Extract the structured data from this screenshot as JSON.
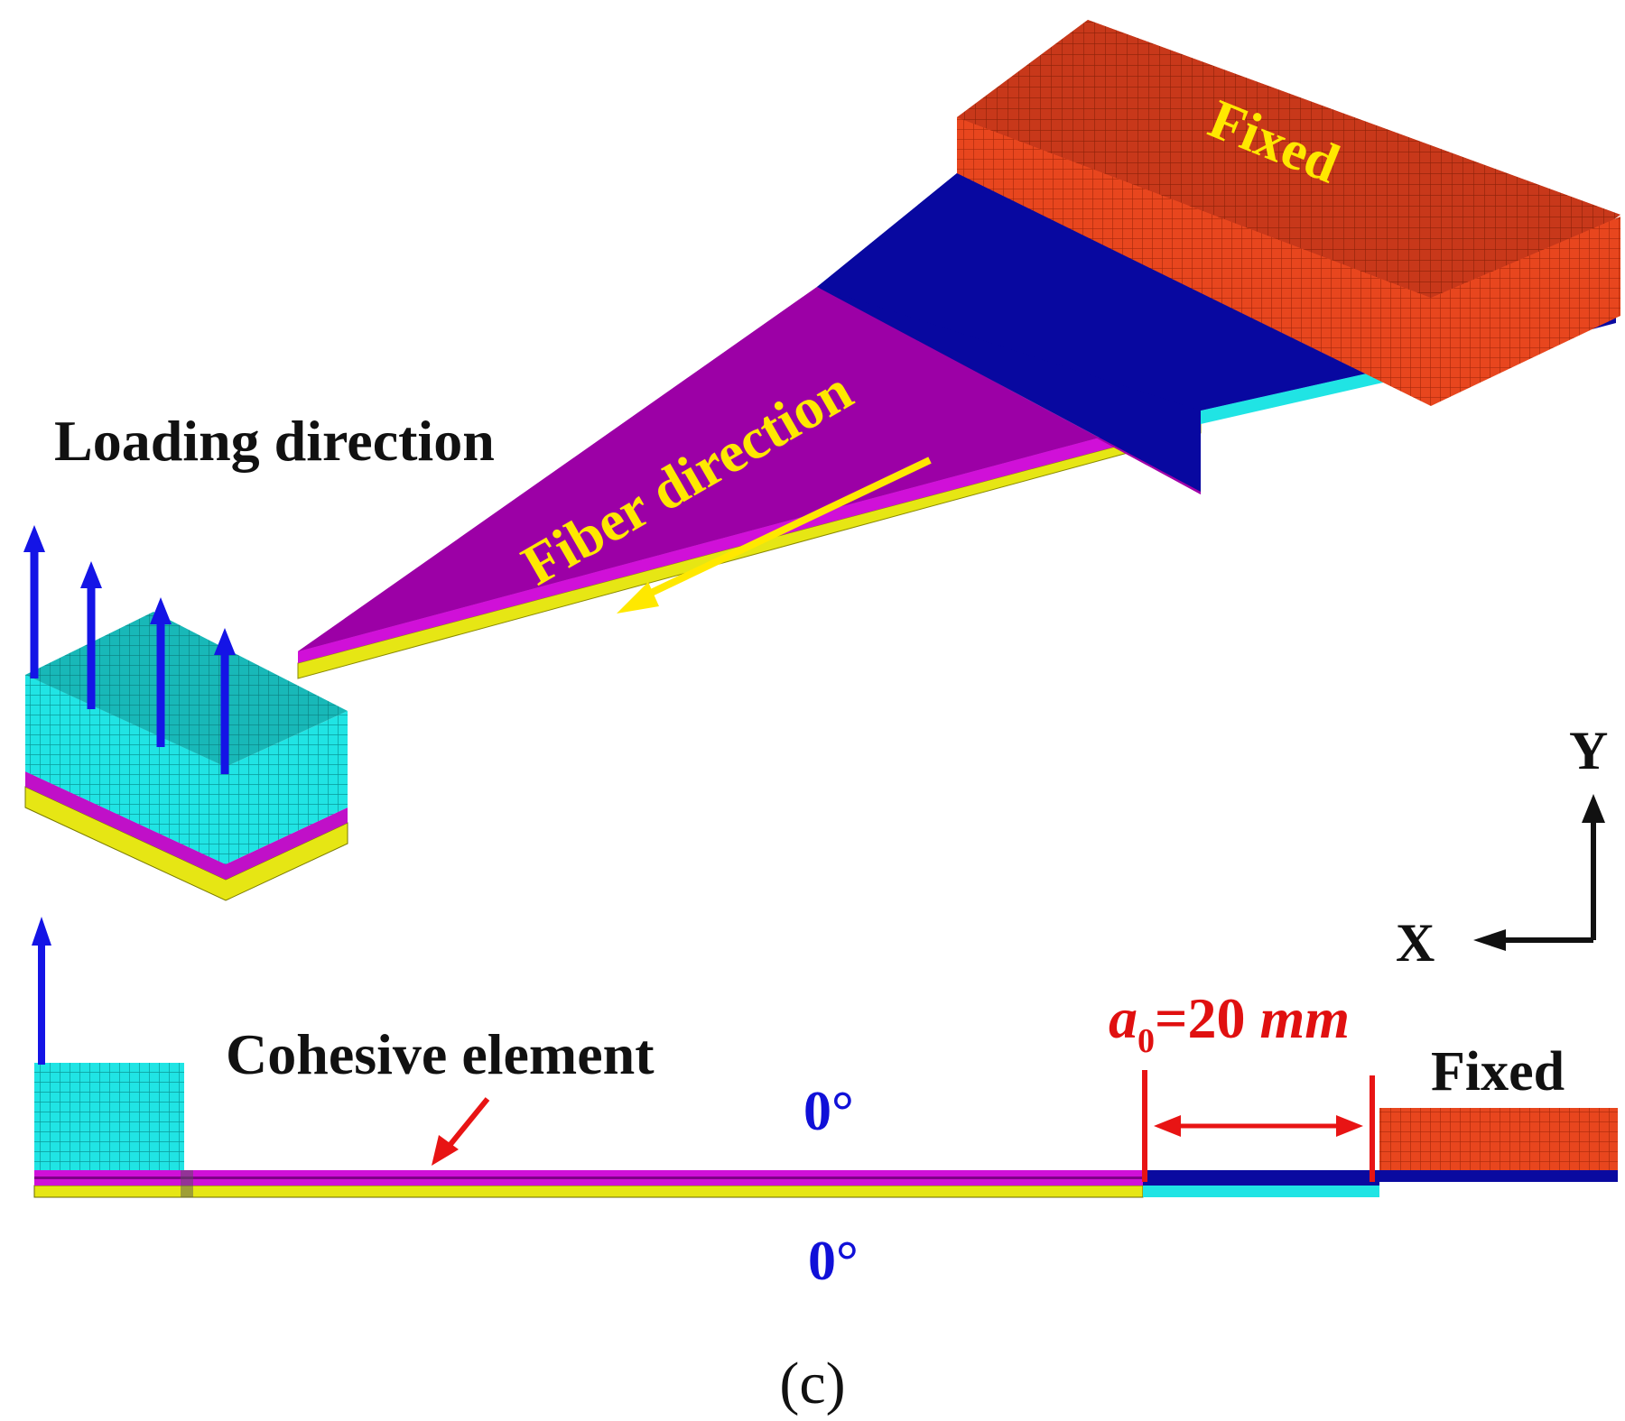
{
  "labels": {
    "fixed_top": "Fixed",
    "fiber_direction": "Fiber direction",
    "loading_direction": "Loading direction",
    "axis_y": "Y",
    "axis_x": "X",
    "crack_length_symbol": "a",
    "crack_length_subscript": "0",
    "crack_length_value": "=20 ",
    "crack_length_unit": "mm",
    "fixed_side": "Fixed",
    "cohesive_element": "Cohesive element",
    "ply_top": "0°",
    "ply_bottom": "0°",
    "caption": "(c)"
  },
  "colors": {
    "fixture_block": "#e8401c",
    "fixture_side": "#c83414",
    "insert_blue": "#0a0aa0",
    "loading_block": "#1ee6e6",
    "loading_block_side": "#16c0c0",
    "ply_magenta": "#a000a8",
    "ply_magenta_edge": "#d010d8",
    "ply_yellow": "#e6e614",
    "arrow_blue": "#1414e6",
    "dimension_red": "#e81414",
    "fiber_arrow": "#ffe800"
  }
}
